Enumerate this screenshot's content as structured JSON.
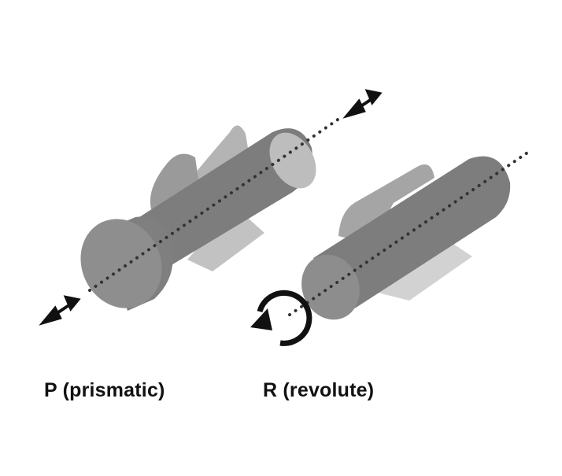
{
  "figure": {
    "colors": {
      "background": "#ffffff",
      "part_light": "#c9c9c9",
      "part_mid": "#a9a9a9",
      "part_dark": "#878787",
      "face": "#8c8c8c",
      "axis": "#333333",
      "arrow": "#111111"
    },
    "joints": [
      {
        "id": "prismatic",
        "label": "P (prismatic)",
        "motion_icon": "double-arrow-icon"
      },
      {
        "id": "revolute",
        "label": "R (revolute)",
        "motion_icon": "rotate-arrow-icon"
      }
    ]
  }
}
